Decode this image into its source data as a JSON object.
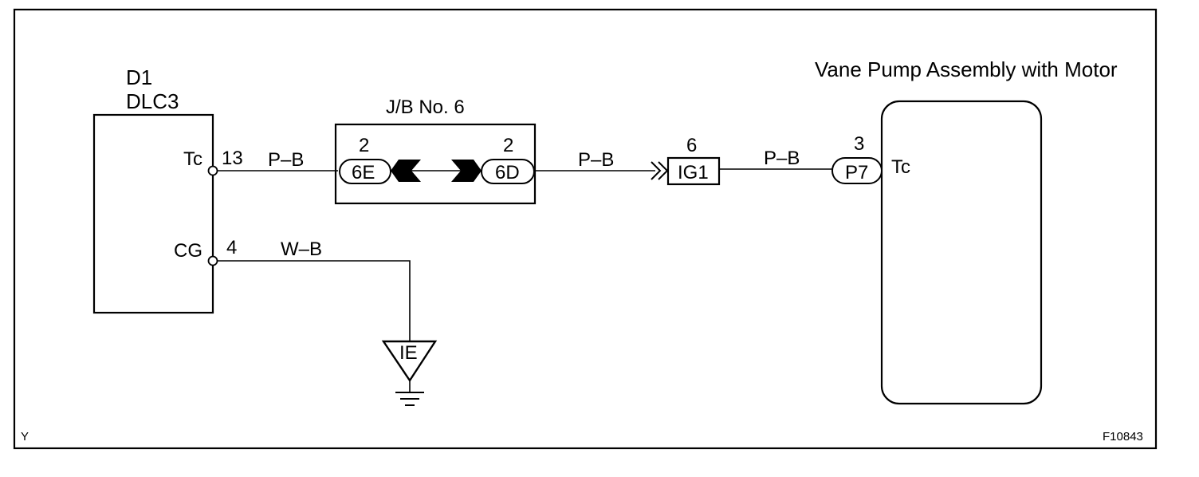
{
  "diagram": {
    "corner_left": "Y",
    "corner_right": "F10843",
    "dlc": {
      "id": "D1",
      "name": "DLC3",
      "pins": [
        {
          "label": "Tc",
          "number": "13"
        },
        {
          "label": "CG",
          "number": "4"
        }
      ]
    },
    "junction_block": {
      "title": "J/B No. 6",
      "left_connector": {
        "code": "6E",
        "pin": "2"
      },
      "right_connector": {
        "code": "6D",
        "pin": "2"
      }
    },
    "wires": {
      "tc_to_jb": "P–B",
      "jb_to_ig1": "P–B",
      "ig1_to_pump": "P–B",
      "cg_to_ground": "W–B"
    },
    "ig1": {
      "code": "IG1",
      "pin": "6"
    },
    "ground": {
      "code": "IE"
    },
    "pump": {
      "title": "Vane Pump Assembly with Motor",
      "connector": {
        "code": "P7",
        "pin": "3"
      },
      "terminal": "Tc"
    }
  }
}
